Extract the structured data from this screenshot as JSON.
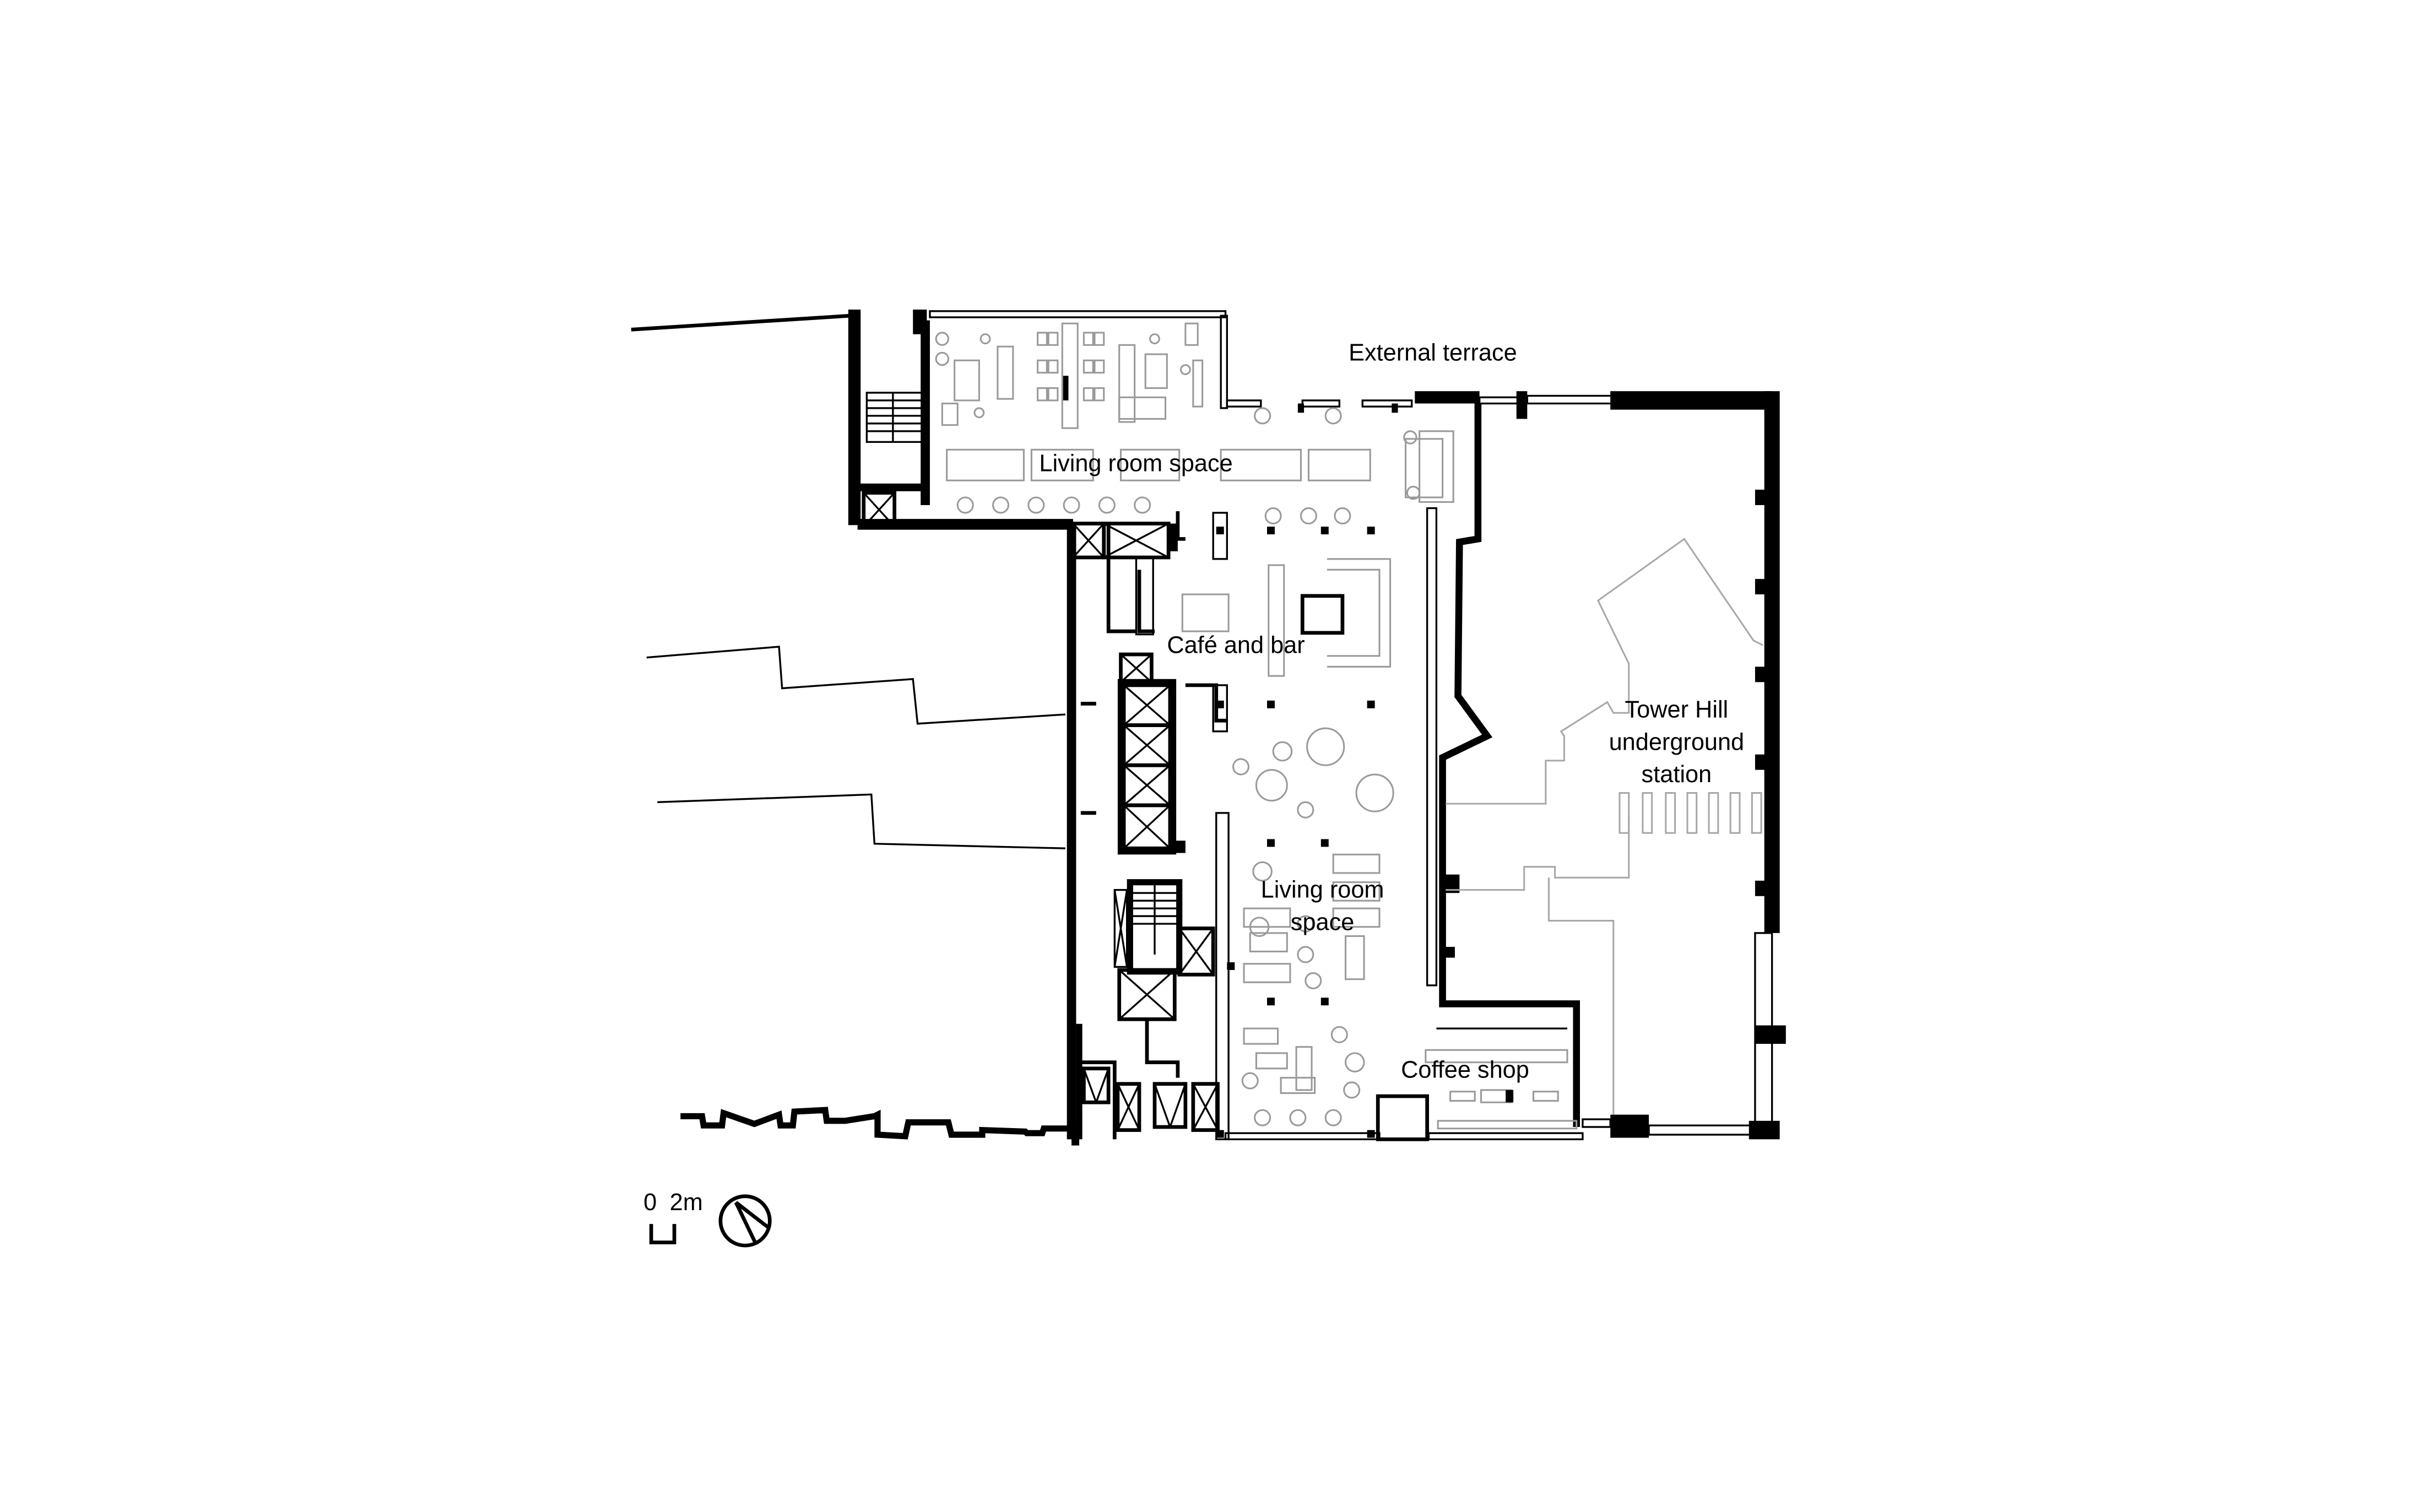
{
  "drawing": {
    "type": "architectural-floor-plan",
    "background": "#ffffff",
    "line_color": "#000000",
    "furniture_color": "#9a9a9a"
  },
  "rooms": [
    {
      "id": "external-terrace",
      "label": "External terrace"
    },
    {
      "id": "living-room-upper",
      "label": "Living room space"
    },
    {
      "id": "cafe-bar",
      "label": "Café and bar"
    },
    {
      "id": "living-room-lower",
      "label_line1": "Living room",
      "label_line2": "space"
    },
    {
      "id": "coffee-shop",
      "label": "Coffee shop"
    },
    {
      "id": "tower-hill",
      "label_line1": "Tower Hill",
      "label_line2": "underground",
      "label_line3": "station"
    }
  ],
  "scale_bar": {
    "start": "0",
    "end": "2m"
  },
  "north_arrow": {
    "icon": "north-arrow-icon"
  }
}
